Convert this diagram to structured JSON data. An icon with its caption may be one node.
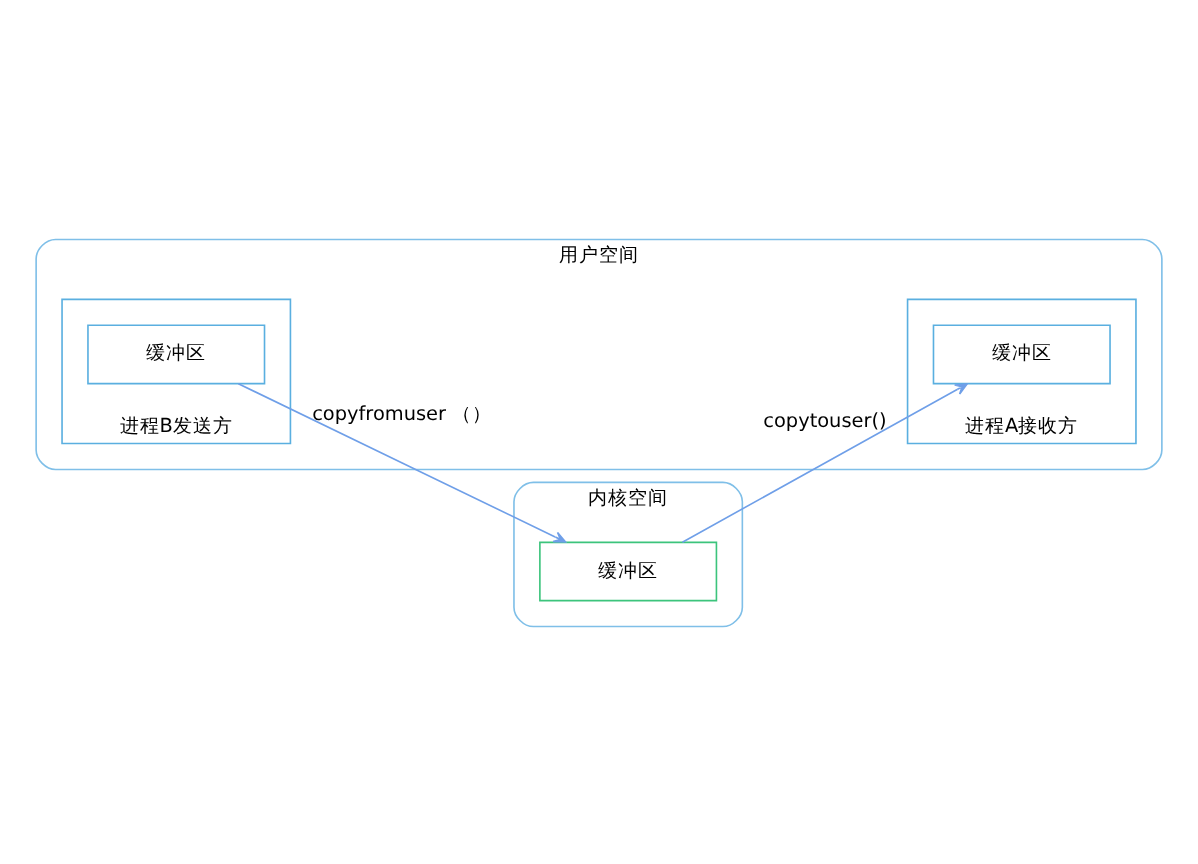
{
  "diagram": {
    "nodes": [
      {
        "text": [
          "用户空间"
        ]
      },
      {
        "text": [
          "进程A接收方"
        ],
        "in": 0
      },
      {
        "text": [
          "缓冲区"
        ],
        "in": 1
      },
      {
        "text": [
          "进程B发送方"
        ],
        "in": 0
      },
      {
        "text": [
          "缓冲区"
        ],
        "in": 3
      },
      {
        "text": [
          "内核空间"
        ]
      },
      {
        "text": [
          "缓冲区"
        ],
        "in": 5
      }
    ],
    "edges": [
      {
        "from": 6,
        "to": 2,
        "arrow": "to",
        "label": "copytouser()"
      },
      {
        "from": 4,
        "to": 6,
        "arrow": "to",
        "label": "copyfromuser （）"
      }
    ]
  }
}
